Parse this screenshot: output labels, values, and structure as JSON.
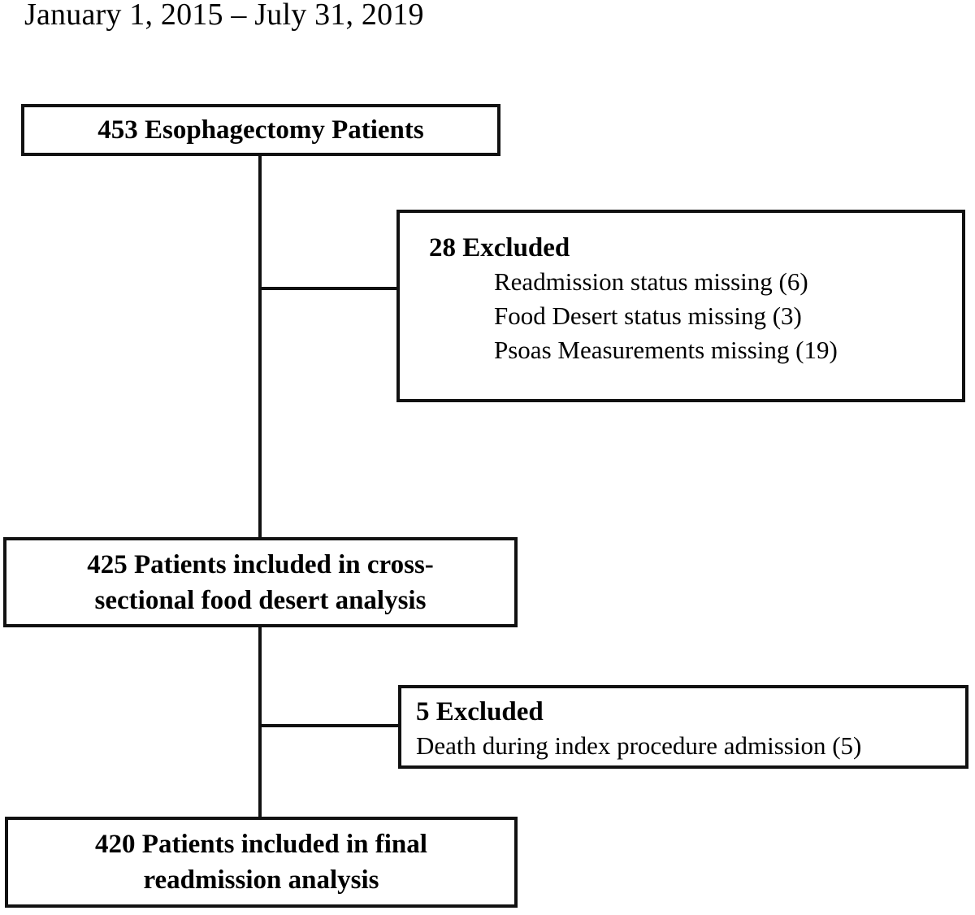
{
  "title": "January 1, 2015 – July 31, 2019",
  "flow": {
    "nodes": {
      "cohort": {
        "label": "453 Esophagectomy Patients"
      },
      "excluded_1": {
        "header": "28 Excluded",
        "items": [
          "Readmission status missing (6)",
          "Food Desert status missing (3)",
          "Psoas Measurements missing (19)"
        ]
      },
      "included_1": {
        "line1": "425 Patients included in cross-",
        "line2": "sectional food desert analysis"
      },
      "excluded_2": {
        "header": "5 Excluded",
        "items": [
          "Death during index procedure admission (5)"
        ]
      },
      "included_2": {
        "line1": "420 Patients included in final",
        "line2": "readmission analysis"
      }
    }
  },
  "style": {
    "stroke": "#111111",
    "background": "#ffffff"
  }
}
